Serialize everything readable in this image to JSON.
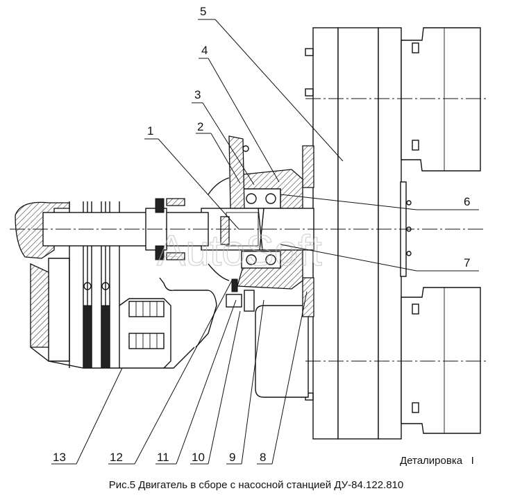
{
  "drawing": {
    "part_labels": [
      "5",
      "4",
      "3",
      "2",
      "1",
      "6",
      "7",
      "13",
      "12",
      "11",
      "10",
      "9",
      "8"
    ],
    "section_title": "Деталировка   I",
    "caption": "Рис.5 Двигатель в сборе с насосной станцией ДУ-84.122.810",
    "watermark": "AutoSoft"
  }
}
